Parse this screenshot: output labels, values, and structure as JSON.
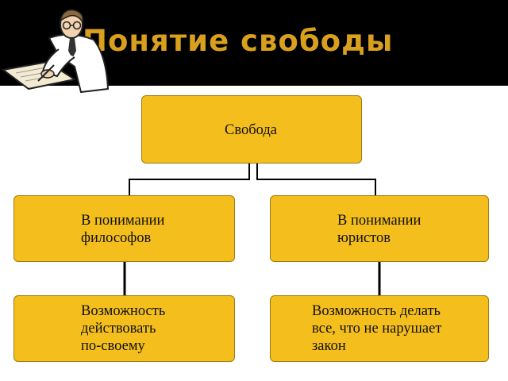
{
  "slide": {
    "title": "Понятие свободы",
    "illustration_icon": "scholar-writing-icon"
  },
  "diagram": {
    "root": {
      "label": "Свобода"
    },
    "left_branch": {
      "label": "В понимании\nфилософов",
      "child": {
        "label": "Возможность\nдействовать\nпо-своему"
      }
    },
    "right_branch": {
      "label": "В понимании\nюристов",
      "child": {
        "label": "Возможность делать\nвсе, что не нарушает\nзакон"
      }
    }
  },
  "colors": {
    "title_band": "#000000",
    "title_text": "#d9a01e",
    "box_fill": "#f4be1c",
    "box_border": "#a07a10",
    "connector": "#000000"
  }
}
